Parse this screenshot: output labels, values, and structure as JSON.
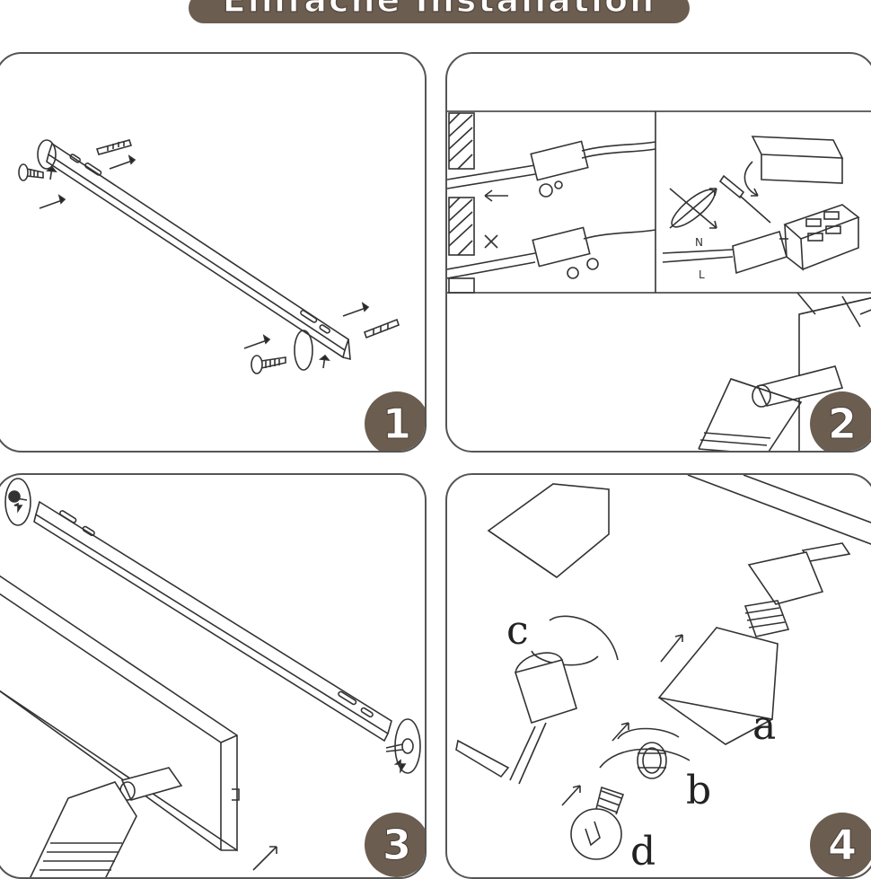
{
  "title": "Einfache Installation",
  "steps": [
    {
      "number": "1"
    },
    {
      "number": "2"
    },
    {
      "number": "3"
    },
    {
      "number": "4"
    }
  ],
  "panel4": {
    "labels": {
      "a": "a",
      "b": "b",
      "c": "c",
      "d": "d"
    }
  },
  "colors": {
    "accent": "#6b5d50",
    "line": "#333333"
  },
  "icons": [
    "screw-icon",
    "wall-plug-icon",
    "washer-icon",
    "arrow-icon",
    "screwdriver-icon",
    "terminal-block-icon",
    "bulb-icon"
  ]
}
